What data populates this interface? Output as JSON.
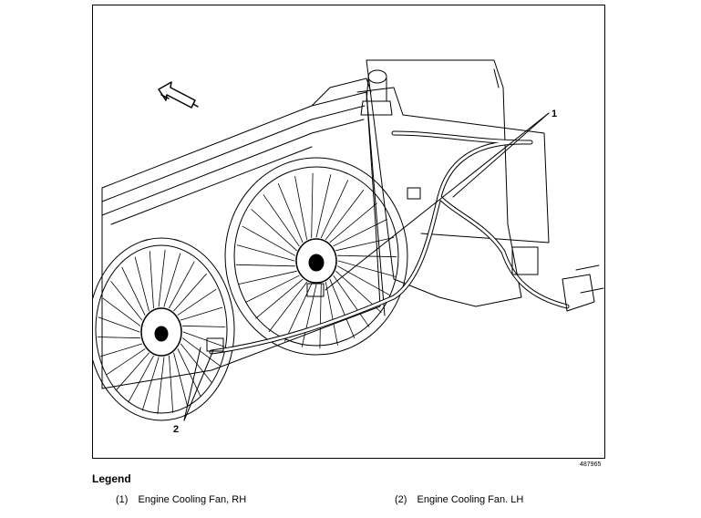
{
  "callouts": {
    "c1": "1",
    "c2": "2"
  },
  "figure_id": "487965",
  "legend": {
    "title": "Legend",
    "items": [
      {
        "number": "(1)",
        "label": "Engine Cooling Fan, RH"
      },
      {
        "number": "(2)",
        "label": "Engine Cooling Fan. LH"
      }
    ]
  }
}
